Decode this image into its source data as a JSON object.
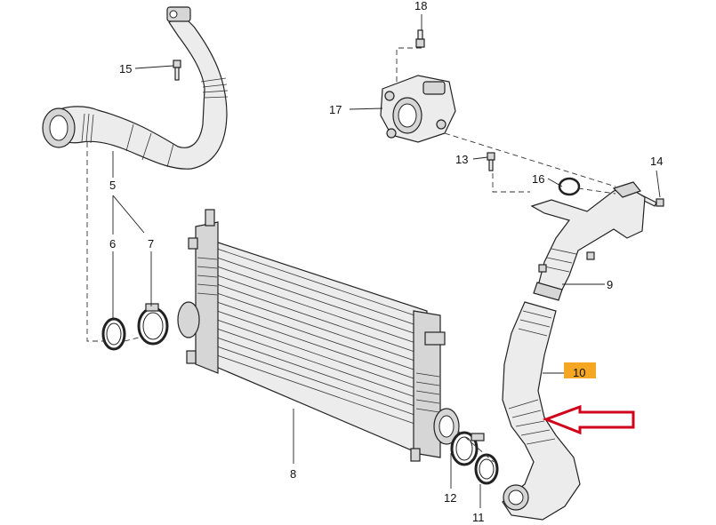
{
  "callouts": {
    "c5": "5",
    "c6": "6",
    "c7": "7",
    "c8": "8",
    "c9": "9",
    "c10": "10",
    "c11": "11",
    "c12": "12",
    "c13": "13",
    "c14": "14",
    "c15": "15",
    "c16": "16",
    "c17": "17",
    "c18": "18"
  },
  "colors": {
    "highlight_box": "#f5a623",
    "arrow": "#d0021b",
    "lines": "#222222"
  }
}
